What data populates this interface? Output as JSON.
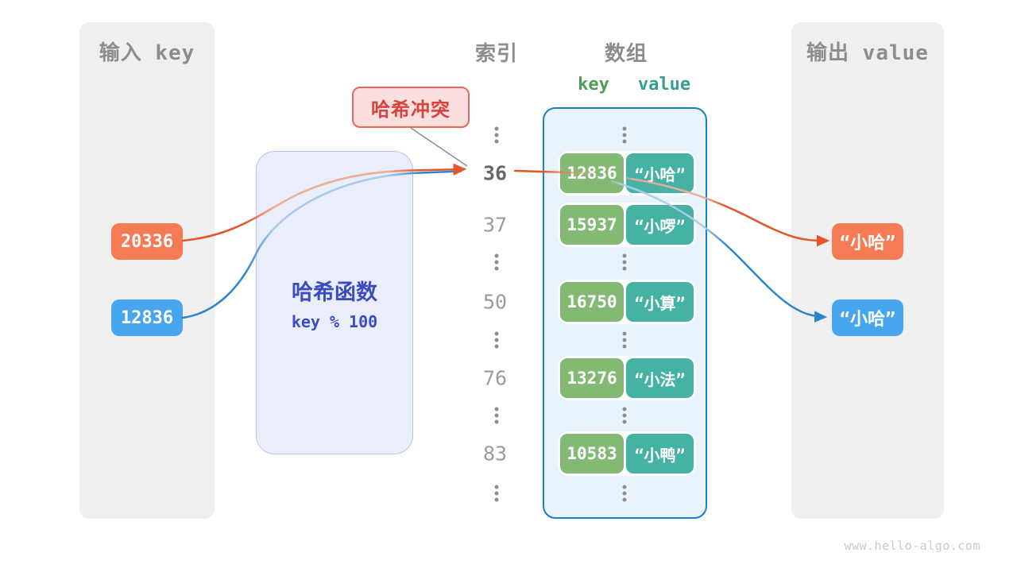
{
  "input_panel": {
    "title": "输入 key",
    "keys": [
      {
        "value": "20336",
        "color": "orange"
      },
      {
        "value": "12836",
        "color": "blue"
      }
    ]
  },
  "hash_box": {
    "title": "哈希函数",
    "formula": "key % 100"
  },
  "collision_label": {
    "text": "哈希冲突"
  },
  "index_column": {
    "title": "索引",
    "values": [
      "36",
      "37",
      "50",
      "76",
      "83"
    ],
    "highlighted_value": "36"
  },
  "array_panel": {
    "title": "数组",
    "header": {
      "key": "key",
      "value": "value"
    },
    "rows": [
      {
        "key": "12836",
        "value": "“小哈”"
      },
      {
        "key": "15937",
        "value": "“小啰”"
      },
      {
        "key": "16750",
        "value": "“小算”"
      },
      {
        "key": "13276",
        "value": "“小法”"
      },
      {
        "key": "10583",
        "value": "“小鸭”"
      }
    ]
  },
  "output_panel": {
    "title": "输出 value",
    "values": [
      {
        "text": "“小哈”",
        "color": "orange"
      },
      {
        "text": "“小哈”",
        "color": "blue"
      }
    ]
  },
  "footer": {
    "url": "www.hello-algo.com"
  },
  "colors": {
    "orange": "#f47b54",
    "blue": "#47a6ee",
    "orange-stroke": "#e4552a",
    "blue-stroke": "#2e86c8",
    "green": "#82ba74",
    "teal": "#45b2a4",
    "array-border": "#1b7ec8",
    "array-bg": "#e9f3fc",
    "hash-bg": "#eaedfa",
    "hash-border": "#bcc3ec",
    "hash-text": "#3b4cc0",
    "collision-bg": "#fbdede",
    "collision-border": "#e4695b",
    "collision-text": "#d5443c",
    "panel-bg": "#efefef",
    "title-gray": "#8d8d8d",
    "index-gray": "#9b9b9b",
    "index-dark": "#686868",
    "key-green": "#4f9d53",
    "value-teal": "#3a9c90",
    "footer-gray": "#c9c9c9"
  }
}
